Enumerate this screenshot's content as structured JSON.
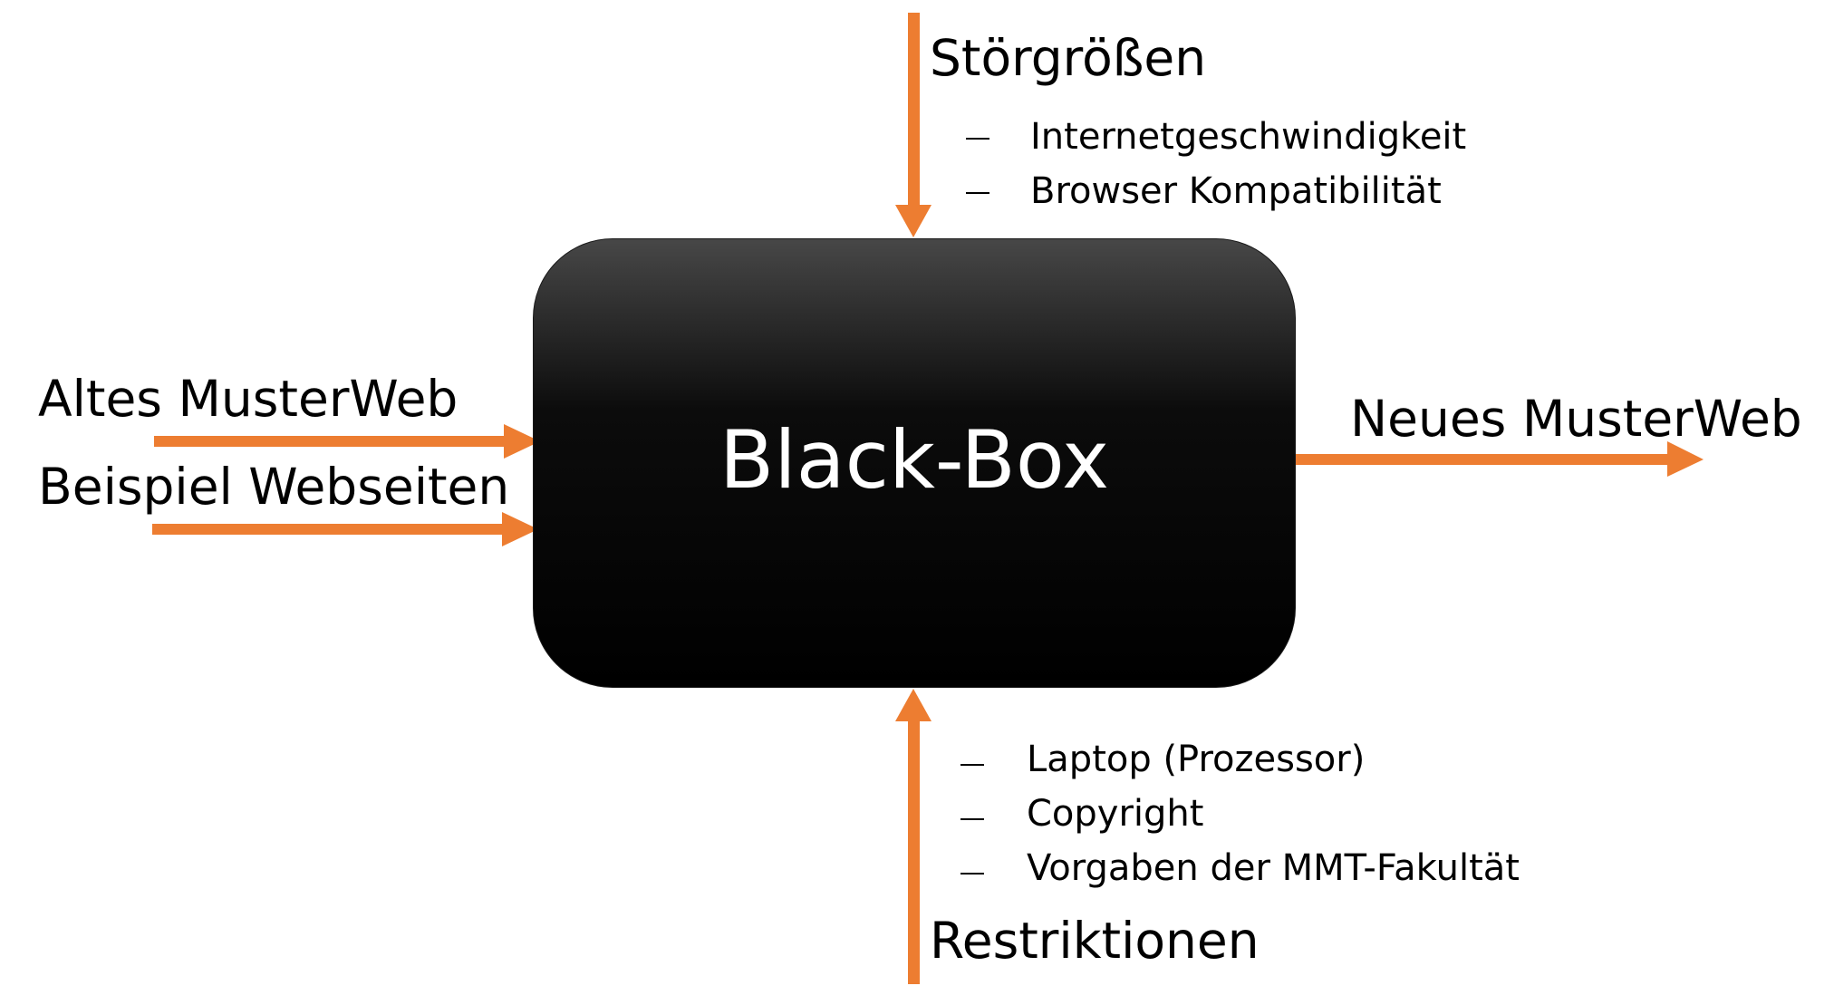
{
  "diagram": {
    "accent_color": "#ED7D31",
    "box": {
      "label": "Black-Box",
      "fill": "#000000",
      "text_color": "#FFFFFF"
    },
    "inputs": [
      {
        "label": "Altes MusterWeb"
      },
      {
        "label": "Beispiel Webseiten"
      }
    ],
    "output": {
      "label": "Neues MusterWeb"
    },
    "disturbances": {
      "title": "Störgrößen",
      "items": [
        "Internetgeschwindigkeit",
        "Browser Kompatibilität"
      ]
    },
    "restrictions": {
      "title": "Restriktionen",
      "items": [
        "Laptop (Prozessor)",
        "Copyright",
        "Vorgaben der MMT-Fakultät"
      ]
    }
  }
}
